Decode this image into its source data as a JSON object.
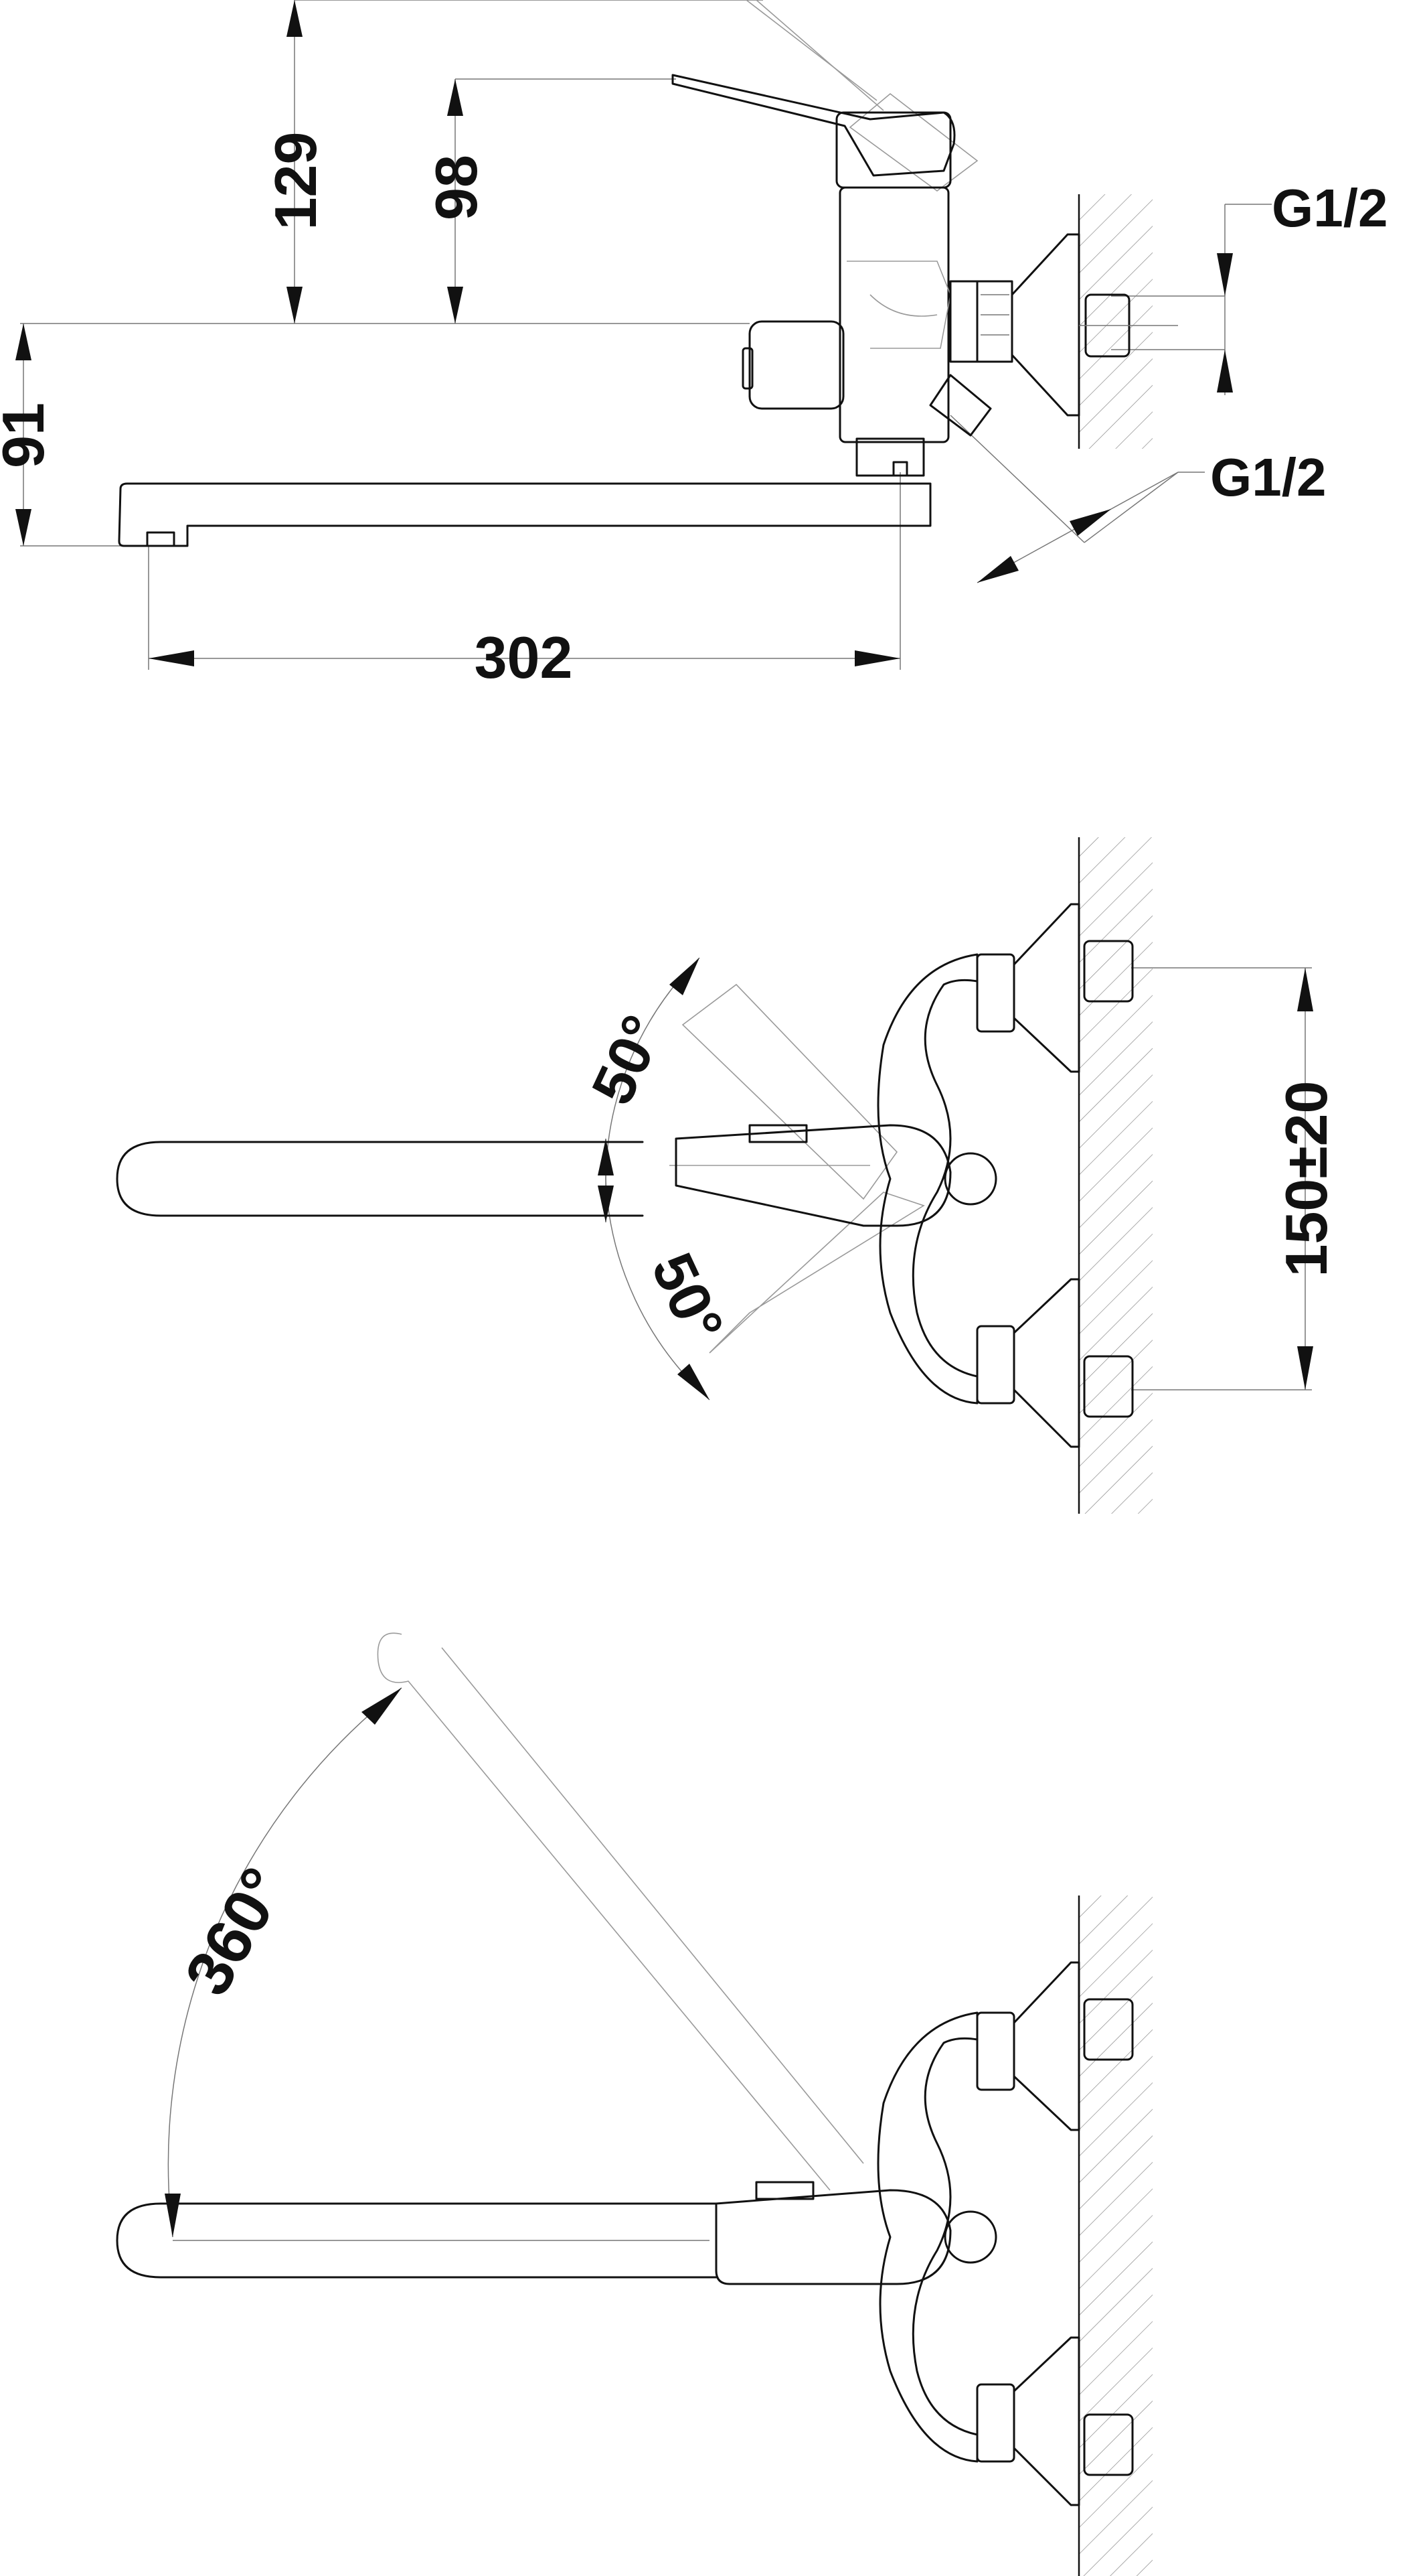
{
  "colors": {
    "line": "#111111",
    "ghost": "#9a9a9a",
    "dim": "#777777",
    "background": "#ffffff"
  },
  "side_view": {
    "dim_lever_height": "129",
    "dim_body_height": "98",
    "dim_spout_height": "91",
    "dim_spout_reach": "302",
    "thread_top": "G1/2",
    "thread_bottom": "G1/2"
  },
  "front_view": {
    "angle_up": "50°",
    "angle_down": "50°",
    "inlet_spacing": "150±20"
  },
  "top_view": {
    "rotation": "360°"
  }
}
